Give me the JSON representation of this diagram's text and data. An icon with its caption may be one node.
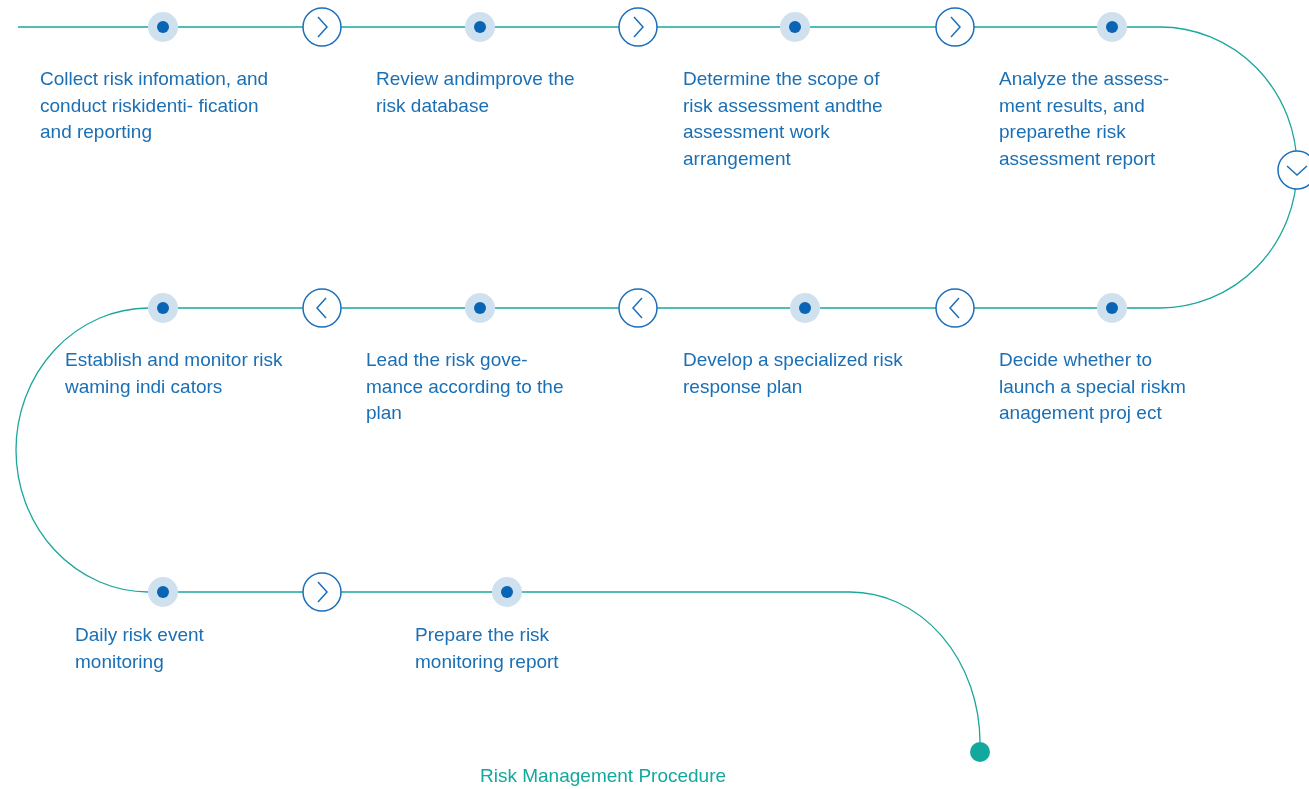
{
  "diagram": {
    "title": "Risk Management Procedure",
    "nodes": [
      {
        "text": [],
        "shape": "circle",
        "beside": [
          "Collect risk infomation, and conduct riskidenti- fication and reporting"
        ]
      },
      {
        "text": [],
        "shape": "circle",
        "beside": [
          "Review andimprove the risk database"
        ]
      },
      {
        "text": [],
        "shape": "circle",
        "beside": [
          "Determine the scope of risk assessment andthe assessment work arrangement"
        ]
      },
      {
        "text": [],
        "shape": "circle",
        "beside": [
          "Analyze the assess- ment results, and preparethe risk assessment report"
        ]
      },
      {
        "text": [],
        "shape": "circle",
        "beside": [
          "Decide whether to launch a special riskm anagement proj ect"
        ]
      },
      {
        "text": [],
        "shape": "circle",
        "beside": [
          "Develop a specialized risk response plan"
        ]
      },
      {
        "text": [],
        "shape": "circle",
        "beside": [
          "Lead the risk gove- mance according to the plan"
        ]
      },
      {
        "text": [],
        "shape": "circle",
        "beside": [
          "Establish and monitor risk waming indi cators"
        ]
      },
      {
        "text": [],
        "shape": "circle",
        "beside": [
          "Daily risk event monitoring"
        ]
      },
      {
        "text": [],
        "shape": "circle",
        "beside": [
          "Prepare the risk monitoring report"
        ]
      },
      {
        "text": [],
        "shape": "circle"
      }
    ],
    "edges": [
      {
        "from": null,
        "to": 0,
        "arrow": "none"
      },
      {
        "from": 0,
        "to": 1,
        "arrow": "to"
      },
      {
        "from": 1,
        "to": 2,
        "arrow": "to"
      },
      {
        "from": 2,
        "to": 3,
        "arrow": "to"
      },
      {
        "from": 3,
        "to": 4,
        "arrow": "to"
      },
      {
        "from": 4,
        "to": 5,
        "arrow": "to"
      },
      {
        "from": 5,
        "to": 6,
        "arrow": "to"
      },
      {
        "from": 6,
        "to": 7,
        "arrow": "to"
      },
      {
        "from": 7,
        "to": 8,
        "arrow": "none"
      },
      {
        "from": 8,
        "to": 9,
        "arrow": "to"
      },
      {
        "from": 9,
        "to": 10,
        "arrow": "none"
      }
    ]
  }
}
